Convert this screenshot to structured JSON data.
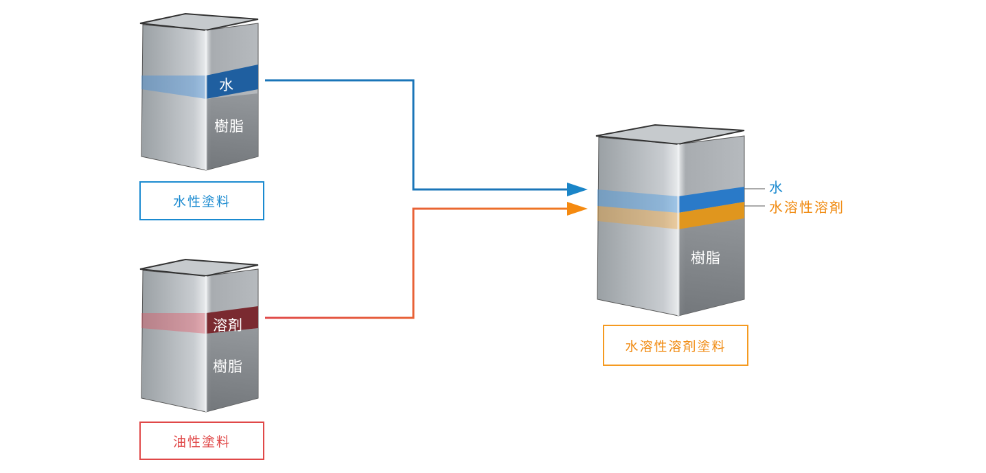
{
  "colors": {
    "water_blue": "#1a85c8",
    "water_line": "#1a6fb0",
    "oil_red": "#e04848",
    "orange": "#f08a10",
    "solvent_red_band": "#7a2a30",
    "water_band": "#1f5fa0",
    "ws_water_band": "#2a7ac8",
    "ws_solvent_band": "#e0961e"
  },
  "cans": [
    {
      "id": "water-based",
      "layers": [
        "水",
        "樹脂"
      ],
      "label": "水性塗料"
    },
    {
      "id": "oil-based",
      "layers": [
        "溶剤",
        "樹脂"
      ],
      "label": "油性塗料"
    },
    {
      "id": "water-soluble-solvent",
      "layers": [
        "樹脂"
      ],
      "callouts": [
        "水",
        "水溶性溶剤"
      ],
      "label": "水溶性溶剤塗料"
    }
  ]
}
